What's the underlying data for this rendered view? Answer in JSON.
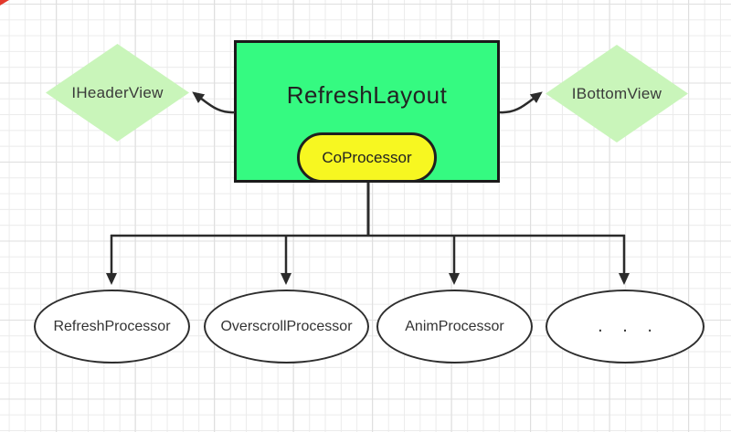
{
  "canvas": {
    "background": "#ffffff",
    "grid_minor_color": "#ebebeb",
    "grid_major_color": "#dfdfdf",
    "corner_mark_color": "#e2382b"
  },
  "nodes": {
    "root": {
      "label": "RefreshLayout",
      "fill": "#35fa81",
      "border": "#1a1a1a"
    },
    "coprocessor": {
      "label": "CoProcessor",
      "fill": "#f7f721",
      "border": "#1f1f1f"
    },
    "header_view": {
      "label": "IHeaderView",
      "fill": "#c9f5ba"
    },
    "bottom_view": {
      "label": "IBottomView",
      "fill": "#c9f5ba"
    },
    "processors": [
      {
        "label": "RefreshProcessor"
      },
      {
        "label": "OverscrollProcessor"
      },
      {
        "label": "AnimProcessor"
      },
      {
        "label": ". . ."
      }
    ]
  },
  "connectors": {
    "color": "#2b2b2b"
  }
}
